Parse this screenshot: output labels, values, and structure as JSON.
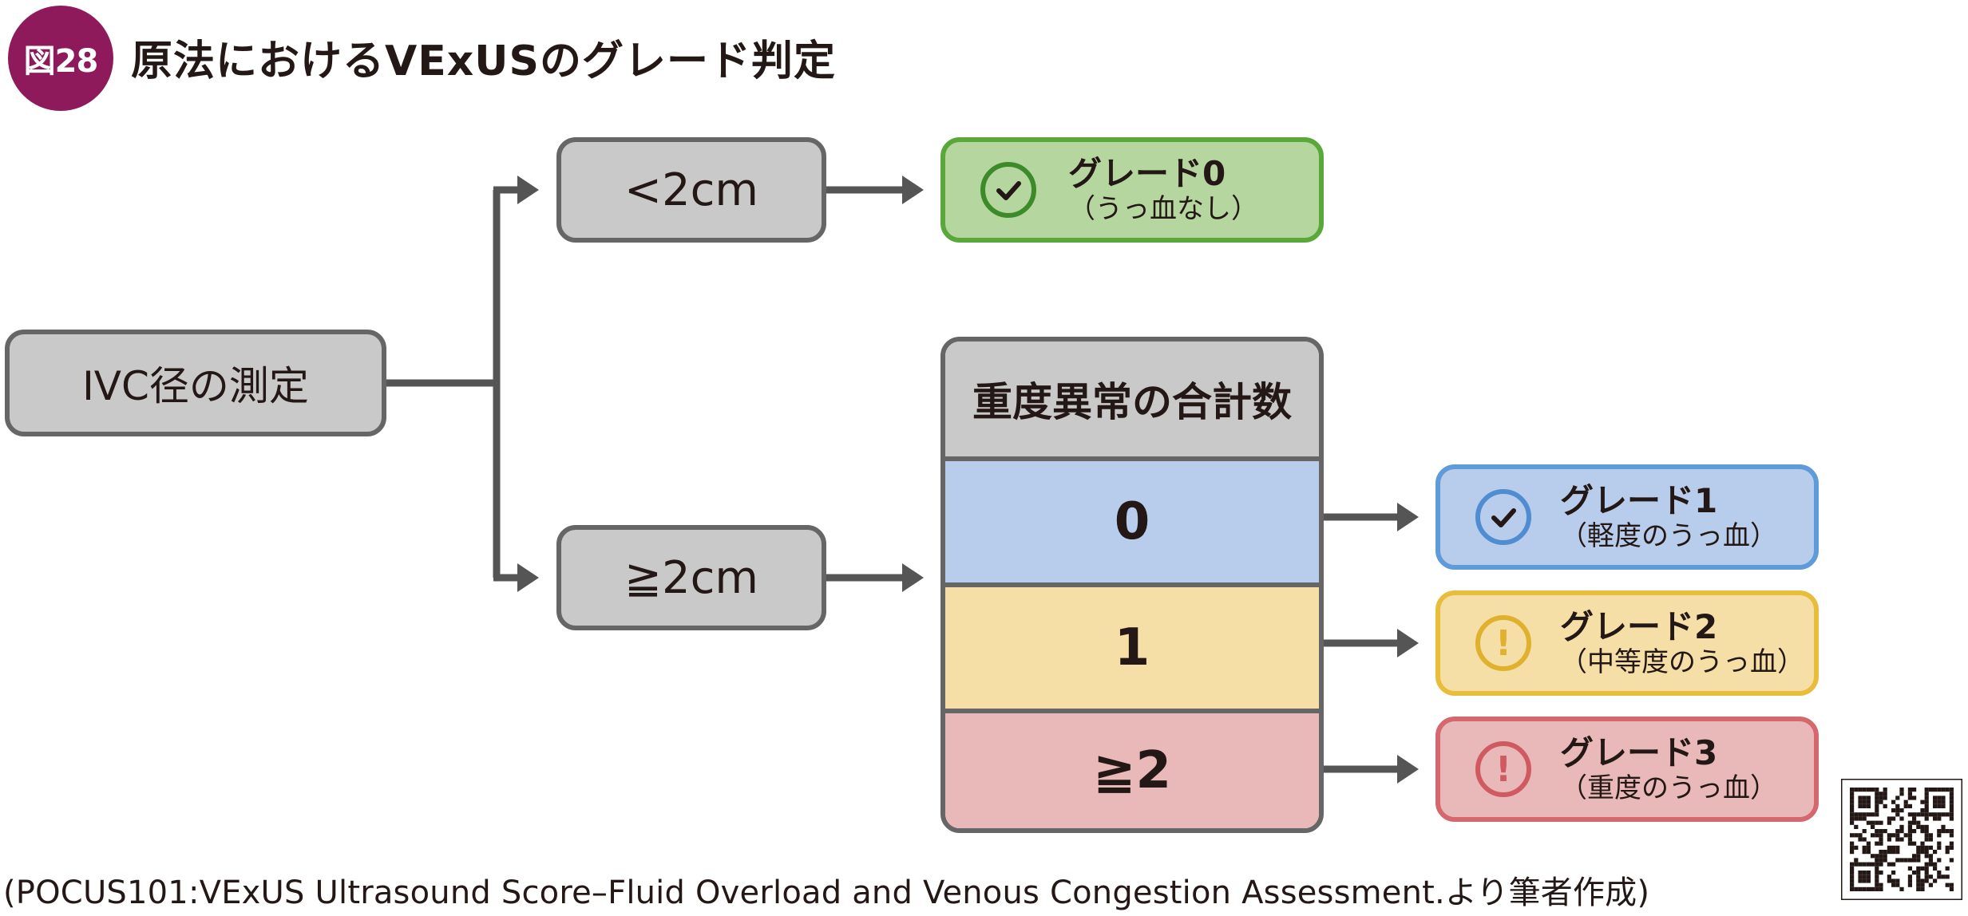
{
  "figure": {
    "badge": "図28",
    "title": "原法におけるVExUSのグレード判定",
    "badge_color": "#8e1a5c"
  },
  "nodes": {
    "ivc": "IVC径の測定",
    "lt2": "<2cm",
    "ge2": "≧2cm"
  },
  "score_table": {
    "header": "重度異常の合計数",
    "rows": [
      "0",
      "1",
      "≧2"
    ]
  },
  "grades": [
    {
      "title": "グレード0",
      "desc": "（うっ血なし）",
      "icon": "check-icon",
      "color": "#5aa839"
    },
    {
      "title": "グレード1",
      "desc": "（軽度のうっ血）",
      "icon": "check-icon",
      "color": "#5f9bd8"
    },
    {
      "title": "グレード2",
      "desc": "（中等度のうっ血）",
      "icon": "exclamation-icon",
      "color": "#e9bd3c"
    },
    {
      "title": "グレード3",
      "desc": "（重度のうっ血）",
      "icon": "exclamation-icon",
      "color": "#d5676f"
    }
  ],
  "source": "(POCUS101:VExUS Ultrasound Score–Fluid Overload and Venous Congestion Assessment.より筆者作成)"
}
